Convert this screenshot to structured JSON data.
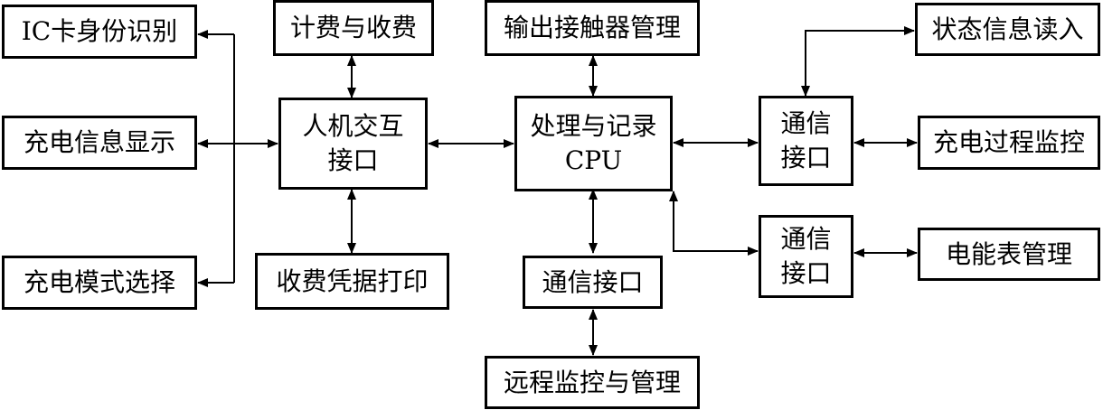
{
  "boxes": {
    "ic_card": "IC卡身份识别",
    "charge_info": "充电信息显示",
    "charge_mode": "充电模式选择",
    "billing": "计费与收费",
    "hmi_l1": "人机交互",
    "hmi_l2": "接口",
    "receipt": "收费凭据打印",
    "output_contactor": "输出接触器管理",
    "cpu_l1": "处理与记录",
    "cpu_l2": "CPU",
    "comm_bottom": "通信接口",
    "remote": "远程监控与管理",
    "comm_top_l1": "通",
    "comm_top_l1b": "信",
    "comm_top_l2": "接口",
    "comm_mid_l1": "通",
    "comm_mid_l1b": "信",
    "comm_mid_l2": "接口",
    "status_read": "状态信息读入",
    "process_monitor": "充电过程监控",
    "meter": "电能表管理"
  }
}
